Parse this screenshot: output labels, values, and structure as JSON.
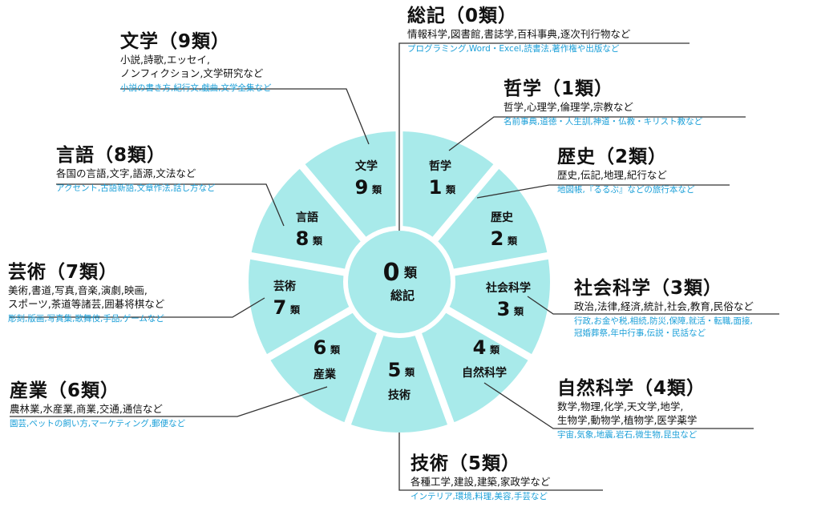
{
  "center": {
    "num": "0",
    "unit": "類",
    "name": "総記"
  },
  "segments": [
    {
      "name": "哲学",
      "num": "1",
      "unit": "類"
    },
    {
      "name": "歴史",
      "num": "2",
      "unit": "類"
    },
    {
      "name": "社会科学",
      "num": "3",
      "unit": "類"
    },
    {
      "name": "自然科学",
      "num": "4",
      "unit": "類"
    },
    {
      "name": "技術",
      "num": "5",
      "unit": "類"
    },
    {
      "name": "産業",
      "num": "6",
      "unit": "類"
    },
    {
      "name": "芸術",
      "num": "7",
      "unit": "類"
    },
    {
      "name": "言語",
      "num": "8",
      "unit": "類"
    },
    {
      "name": "文学",
      "num": "9",
      "unit": "類"
    }
  ],
  "categories": [
    {
      "title": "総記（0類）",
      "desc": [
        "情報科学,図書館,書誌学,百科事典,逐次刊行物など"
      ],
      "examples": [
        "プログラミング,Word・Excel,読書法,著作権や出版など"
      ]
    },
    {
      "title": "哲学（1類）",
      "desc": [
        "哲学,心理学,倫理学,宗教など"
      ],
      "examples": [
        "名前事典,道徳・人生訓,神道・仏教・キリスト教など"
      ]
    },
    {
      "title": "歴史（2類）",
      "desc": [
        "歴史,伝記,地理,紀行など"
      ],
      "examples": [
        "地図帳,『るるぶ』などの旅行本など"
      ]
    },
    {
      "title": "社会科学（3類）",
      "desc": [
        "政治,法律,経済,統計,社会,教育,民俗など"
      ],
      "examples": [
        "行政,お金や税,相続,防災,保障,就活・転職,面接,",
        "冠婚葬祭,年中行事,伝説・民話など"
      ]
    },
    {
      "title": "自然科学（4類）",
      "desc": [
        "数学,物理,化学,天文学,地学,",
        "生物学,動物学,植物学,医学薬学"
      ],
      "examples": [
        "宇宙,気象,地震,岩石,微生物,昆虫など"
      ]
    },
    {
      "title": "技術（5類）",
      "desc": [
        "各種工学,建設,建築,家政学など"
      ],
      "examples": [
        "インテリア,環境,料理,美容,手芸など"
      ]
    },
    {
      "title": "産業（6類）",
      "desc": [
        "農林業,水産業,商業,交通,通信など"
      ],
      "examples": [
        "園芸,ペットの飼い方,マーケティング,郵便など"
      ]
    },
    {
      "title": "芸術（7類）",
      "desc": [
        "美術,書道,写真,音楽,演劇,映画,",
        "スポーツ,茶道等諸芸,囲碁将棋など"
      ],
      "examples": [
        "彫刻,版画,写真集,歌舞伎,手品,ゲームなど"
      ]
    },
    {
      "title": "言語（8類）",
      "desc": [
        "各国の言語,文字,語源,文法など"
      ],
      "examples": [
        "アクセント,古語新語,文章作法,話し方など"
      ]
    },
    {
      "title": "文学（9類）",
      "desc": [
        "小説,詩歌,エッセイ,",
        "ノンフィクション,文学研究など"
      ],
      "examples": [
        "小説の書き方,紀行文,戯曲,文学全集など"
      ]
    }
  ],
  "colors": {
    "wheel": "#a8eaea",
    "text": "#111111",
    "accent": "#1a9fd8",
    "line": "#333333"
  }
}
